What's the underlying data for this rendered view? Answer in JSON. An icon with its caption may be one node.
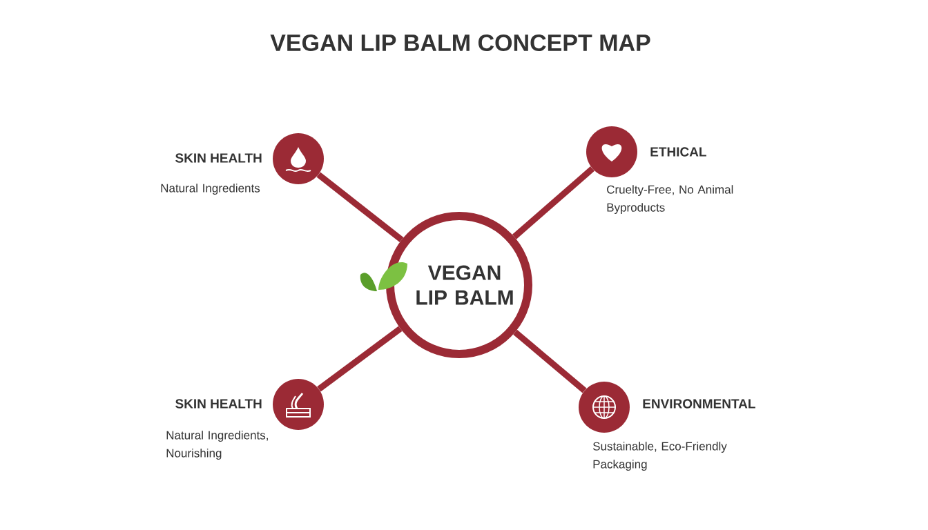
{
  "diagram": {
    "title": "VEGAN LIP BALM CONCEPT MAP",
    "nodes": [
      {
        "text": [
          "VEGAN LIP BALM"
        ]
      },
      {
        "text": [
          "SKIN HEALTH",
          "Natural Ingredients"
        ]
      },
      {
        "text": [
          "ETHICAL",
          "Cruelty-Free, No Animal Byproducts"
        ]
      },
      {
        "text": [
          "SKIN HEALTH",
          "Natural Ingredients, Nourishing"
        ]
      },
      {
        "text": [
          "ENVIRONMENTAL",
          "Sustainable, Eco-Friendly Packaging"
        ]
      }
    ],
    "edges": [
      {
        "from": 0,
        "to": 1,
        "arrow": "none"
      },
      {
        "from": 0,
        "to": 2,
        "arrow": "none"
      },
      {
        "from": 0,
        "to": 3,
        "arrow": "none"
      },
      {
        "from": 0,
        "to": 4,
        "arrow": "none"
      }
    ]
  }
}
